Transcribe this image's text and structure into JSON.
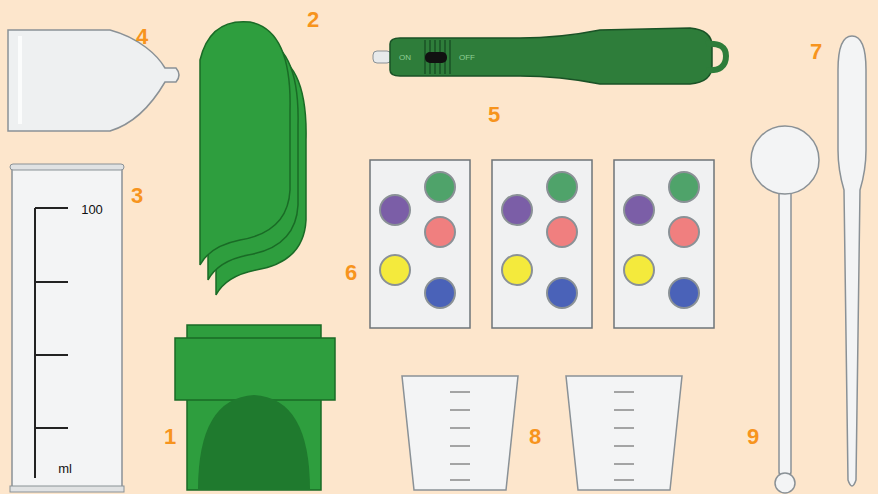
{
  "diagram": {
    "labels": [
      "4",
      "2",
      "ON",
      "OFF",
      "7",
      "5",
      "100",
      "3",
      "6",
      "1",
      "8",
      "9",
      "ml"
    ]
  }
}
